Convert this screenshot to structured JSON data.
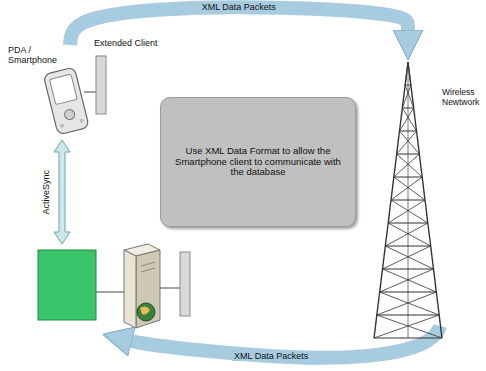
{
  "diagram": {
    "nodes": [
      {
        "text": [
          "PDA / Smartphone"
        ]
      },
      {
        "text": [
          "Extended Client"
        ]
      },
      {
        "text": [
          "Use XML Data Format to allow the Smartphone client to communicate with the database"
        ]
      },
      {
        "text": [
          "Wireless Newtwork"
        ]
      }
    ],
    "edges": [
      {
        "from": 0,
        "to": 3,
        "label": "XML Data Packets",
        "arrow": "to"
      }
    ],
    "labels": [
      "ActiveSync",
      "XML Data Packets"
    ]
  }
}
